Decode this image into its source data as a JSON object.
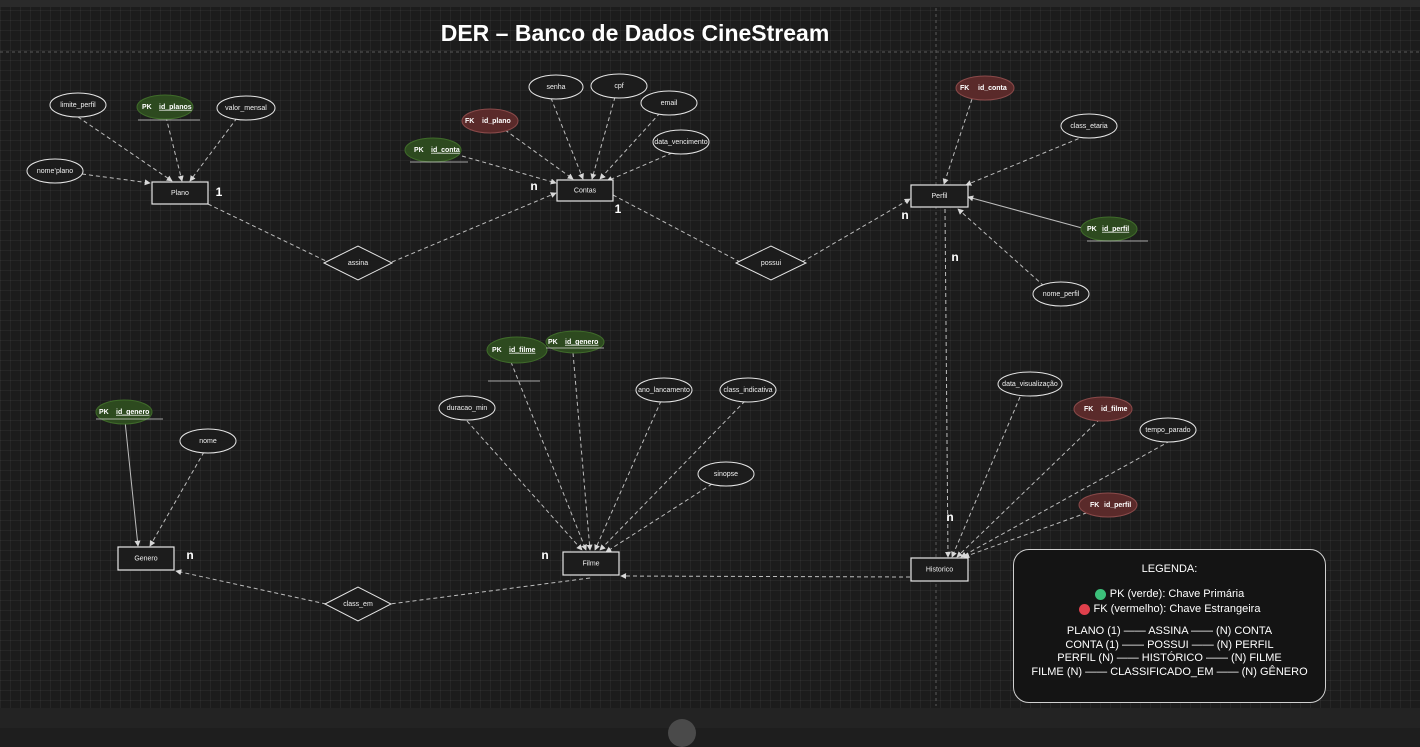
{
  "title": "DER – Banco de Dados CineStream",
  "entities": {
    "plano": "Plano",
    "contas": "Contas",
    "perfil": "Perfil",
    "genero": "Genero",
    "filme": "Filme",
    "historico": "Historico"
  },
  "relationships": {
    "assina": "assina",
    "possui": "possui",
    "class_em": "class_em"
  },
  "attributes": {
    "limite_perfil": "limite_perfil",
    "valor_mensal": "valor_mensal",
    "nome_plano": "nome’plano",
    "senha": "senha",
    "cpf": "cpf",
    "email": "email",
    "data_vencimento": "data_vencimento",
    "class_etaria": "class_etaria",
    "nome_perfil": "nome_perfil",
    "nome": "nome",
    "duracao_min": "duracao_min",
    "ano_lancamento": "ano_lancamento",
    "class_indicativa": "class_indicativa",
    "sinopse": "sinopse",
    "data_visualizacao": "data_visualização",
    "tempo_parado": "tempo_parado"
  },
  "keys": {
    "pk_label": "PK",
    "fk_label": "FK",
    "id_planos": "id_planos",
    "id_conta_pk": "id_conta",
    "id_plano_fk": "id_plano",
    "id_conta_fk": "id_conta",
    "id_perfil_pk": "id_perfil",
    "id_filme_pk": "id_filme",
    "id_genero_pk_filme": "id_genero",
    "id_genero_pk": "id_genero",
    "id_filme_fk": "id_filme",
    "id_perfil_fk": "id_perfil"
  },
  "cardinalities": {
    "plano_one": "1",
    "contas_n": "n",
    "contas_one": "1",
    "perfil_n_a": "n",
    "perfil_n_b": "n",
    "historico_n": "n",
    "genero_n": "n",
    "filme_n": "n"
  },
  "legend": {
    "title": "LEGENDA:",
    "pk": "PK (verde): Chave Primária",
    "fk": "FK (vermelho): Chave Estrangeira",
    "rel1": "PLANO (1) —— ASSINA —— (N) CONTA",
    "rel2": "CONTA (1) —— POSSUI —— (N) PERFIL",
    "rel3": "PERFIL (N) —— HISTÓRICO —— (N) FILME",
    "rel4": "FILME (N) —— CLASSIFICADO_EM —— (N) GÊNERO"
  },
  "colors": {
    "pk_fill": "#2d4a1f",
    "fk_fill": "#5a2a2a",
    "legend_pk_dot": "#3cc07a",
    "legend_fk_dot": "#e0404c"
  }
}
